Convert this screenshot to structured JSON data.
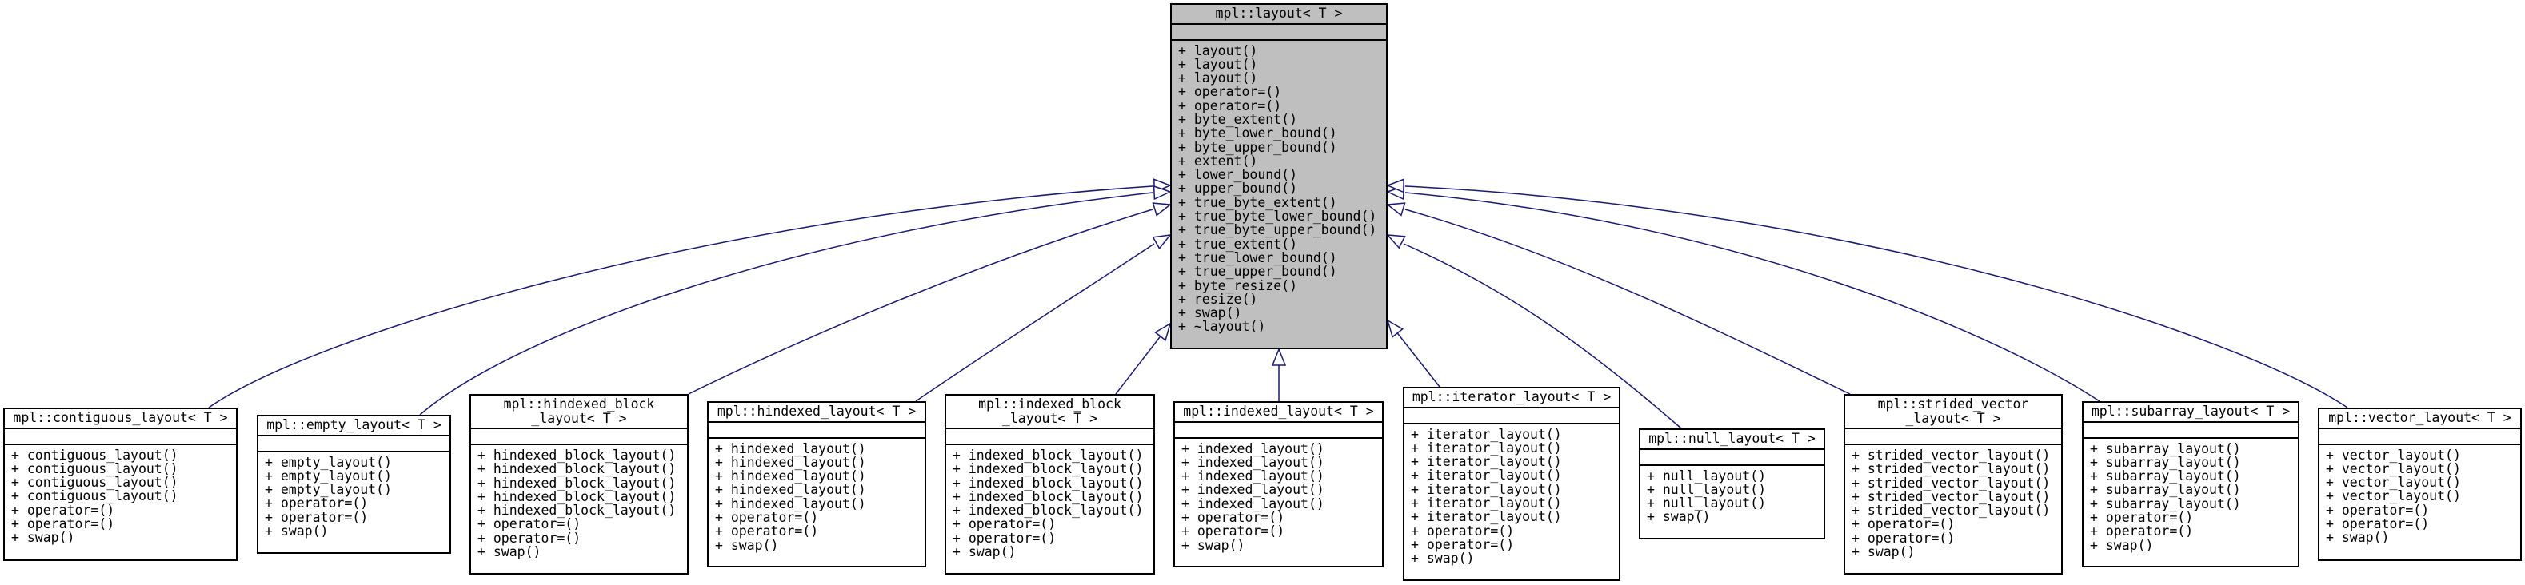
{
  "base": {
    "title": "mpl::layout< T >",
    "methods": [
      "+ layout()",
      "+ layout()",
      "+ layout()",
      "+ operator=()",
      "+ operator=()",
      "+ byte_extent()",
      "+ byte_lower_bound()",
      "+ byte_upper_bound()",
      "+ extent()",
      "+ lower_bound()",
      "+ upper_bound()",
      "+ true_byte_extent()",
      "+ true_byte_lower_bound()",
      "+ true_byte_upper_bound()",
      "+ true_extent()",
      "+ true_lower_bound()",
      "+ true_upper_bound()",
      "+ byte_resize()",
      "+ resize()",
      "+ swap()",
      "+ ~layout()"
    ]
  },
  "derived": [
    {
      "title": "mpl::contiguous_layout< T >",
      "methods": [
        "+ contiguous_layout()",
        "+ contiguous_layout()",
        "+ contiguous_layout()",
        "+ contiguous_layout()",
        "+ operator=()",
        "+ operator=()",
        "+ swap()"
      ]
    },
    {
      "title": "mpl::empty_layout< T >",
      "methods": [
        "+ empty_layout()",
        "+ empty_layout()",
        "+ empty_layout()",
        "+ operator=()",
        "+ operator=()",
        "+ swap()"
      ]
    },
    {
      "title": "mpl::hindexed_block\n_layout< T >",
      "methods": [
        "+ hindexed_block_layout()",
        "+ hindexed_block_layout()",
        "+ hindexed_block_layout()",
        "+ hindexed_block_layout()",
        "+ hindexed_block_layout()",
        "+ operator=()",
        "+ operator=()",
        "+ swap()"
      ]
    },
    {
      "title": "mpl::hindexed_layout< T >",
      "methods": [
        "+ hindexed_layout()",
        "+ hindexed_layout()",
        "+ hindexed_layout()",
        "+ hindexed_layout()",
        "+ hindexed_layout()",
        "+ operator=()",
        "+ operator=()",
        "+ swap()"
      ]
    },
    {
      "title": "mpl::indexed_block\n_layout< T >",
      "methods": [
        "+ indexed_block_layout()",
        "+ indexed_block_layout()",
        "+ indexed_block_layout()",
        "+ indexed_block_layout()",
        "+ indexed_block_layout()",
        "+ operator=()",
        "+ operator=()",
        "+ swap()"
      ]
    },
    {
      "title": "mpl::indexed_layout< T >",
      "methods": [
        "+ indexed_layout()",
        "+ indexed_layout()",
        "+ indexed_layout()",
        "+ indexed_layout()",
        "+ indexed_layout()",
        "+ operator=()",
        "+ operator=()",
        "+ swap()"
      ]
    },
    {
      "title": "mpl::iterator_layout< T >",
      "methods": [
        "+ iterator_layout()",
        "+ iterator_layout()",
        "+ iterator_layout()",
        "+ iterator_layout()",
        "+ iterator_layout()",
        "+ iterator_layout()",
        "+ iterator_layout()",
        "+ operator=()",
        "+ operator=()",
        "+ swap()"
      ]
    },
    {
      "title": "mpl::null_layout< T >",
      "methods": [
        "+ null_layout()",
        "+ null_layout()",
        "+ null_layout()",
        "+ swap()"
      ]
    },
    {
      "title": "mpl::strided_vector\n_layout< T >",
      "methods": [
        "+ strided_vector_layout()",
        "+ strided_vector_layout()",
        "+ strided_vector_layout()",
        "+ strided_vector_layout()",
        "+ strided_vector_layout()",
        "+ operator=()",
        "+ operator=()",
        "+ swap()"
      ]
    },
    {
      "title": "mpl::subarray_layout< T >",
      "methods": [
        "+ subarray_layout()",
        "+ subarray_layout()",
        "+ subarray_layout()",
        "+ subarray_layout()",
        "+ subarray_layout()",
        "+ operator=()",
        "+ operator=()",
        "+ swap()"
      ]
    },
    {
      "title": "mpl::vector_layout< T >",
      "methods": [
        "+ vector_layout()",
        "+ vector_layout()",
        "+ vector_layout()",
        "+ vector_layout()",
        "+ operator=()",
        "+ operator=()",
        "+ swap()"
      ]
    }
  ],
  "colors": {
    "base_fill": "#bfbfbf",
    "edge": "#191970",
    "border": "#000000"
  }
}
